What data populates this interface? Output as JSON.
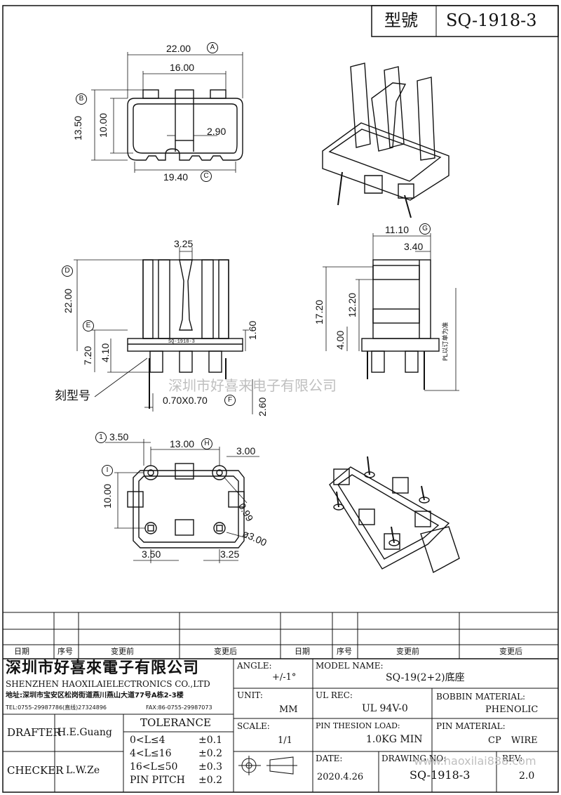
{
  "title_block": {
    "model_label": "型號",
    "model_value": "SQ-1918-3"
  },
  "dimensions": {
    "top": {
      "d1": "22.00",
      "d2": "16.00",
      "d3": "13.50",
      "d4": "10.00",
      "d5": "2.90",
      "d6": "19.40",
      "ref_a": "A",
      "ref_b": "B",
      "ref_c": "C"
    },
    "front": {
      "d1": "3.25",
      "d2": "22.00",
      "d3": "1.60",
      "d4": "7.20",
      "d5": "4.10",
      "d6": "0.70X0.70",
      "d7": "2.60",
      "ref_d": "D",
      "ref_e": "E",
      "ref_f": "F",
      "engrave_note": "刻型号",
      "engrave_text": "SQ-1918-3"
    },
    "side": {
      "d1": "11.10",
      "d2": "3.40",
      "d3": "17.20",
      "d4": "12.20",
      "d5": "4.00",
      "ref_g": "G",
      "pl_note": "PL以订单为准"
    },
    "bottom": {
      "d1": "3.50",
      "d2": "13.00",
      "d3": "3.00",
      "d4": "10.00",
      "d5": "0.99",
      "d6": "ø3.00",
      "d7": "3.50",
      "d8": "3.25",
      "ref_1": "1",
      "ref_h": "H",
      "ref_i": "I"
    }
  },
  "watermark": "深圳市好喜来电子有限公司",
  "revision_table": {
    "headers": [
      "日期",
      "序号",
      "变更前",
      "变更后",
      "日期",
      "序号",
      "变更前",
      "变更后"
    ]
  },
  "company": {
    "name_cn": "深圳市好喜來電子有限公司",
    "name_en": "SHENZHEN HAOXILAIELECTRONICS CO.,LTD",
    "address": "地址:深圳市宝安区松岗街道燕川燕山大道77号A栋2-3楼",
    "phone": "TEL:0755-29987786(直线)27324896",
    "fax": "FAX:86-0755-29987073"
  },
  "fields": {
    "angle_label": "ANGLE:",
    "angle_value": "+/-1°",
    "model_name_label": "MODEL NAME:",
    "model_name_value": "SQ-19(2+2)底座",
    "unit_label": "UNIT:",
    "unit_value": "MM",
    "ul_rec_label": "UL REC:",
    "ul_rec_value": "UL 94V-0",
    "bobbin_label": "BOBBIN MATERIAL:",
    "bobbin_value": "PHENOLIC",
    "scale_label": "SCALE:",
    "scale_value": "1/1",
    "pin_load_label": "PIN THESION LOAD:",
    "pin_load_value": "1.0KG MIN",
    "pin_material_label": "PIN MATERIAL:",
    "pin_material_value": "CP WIRE",
    "date_label": "DATE:",
    "date_value": "2020.4.26",
    "drawing_no_label": "DRAWING NO:",
    "drawing_no_value": "SQ-1918-3",
    "rev_label": "REV:",
    "rev_value": "2.0",
    "drafter_label": "DRAFTER",
    "drafter_value": "H.E.Guang",
    "checker_label": "CHECKER",
    "checker_value": "L.W.Ze"
  },
  "tolerance": {
    "title": "TOLERANCE",
    "rows": [
      {
        "range": "0<L≤4",
        "value": "±0.1"
      },
      {
        "range": "4<L≤16",
        "value": "±0.2"
      },
      {
        "range": "16<L≤50",
        "value": "±0.3"
      },
      {
        "range": "PIN PITCH",
        "value": "±0.2"
      }
    ]
  },
  "footer_watermark": "www.haoxilai888.com"
}
